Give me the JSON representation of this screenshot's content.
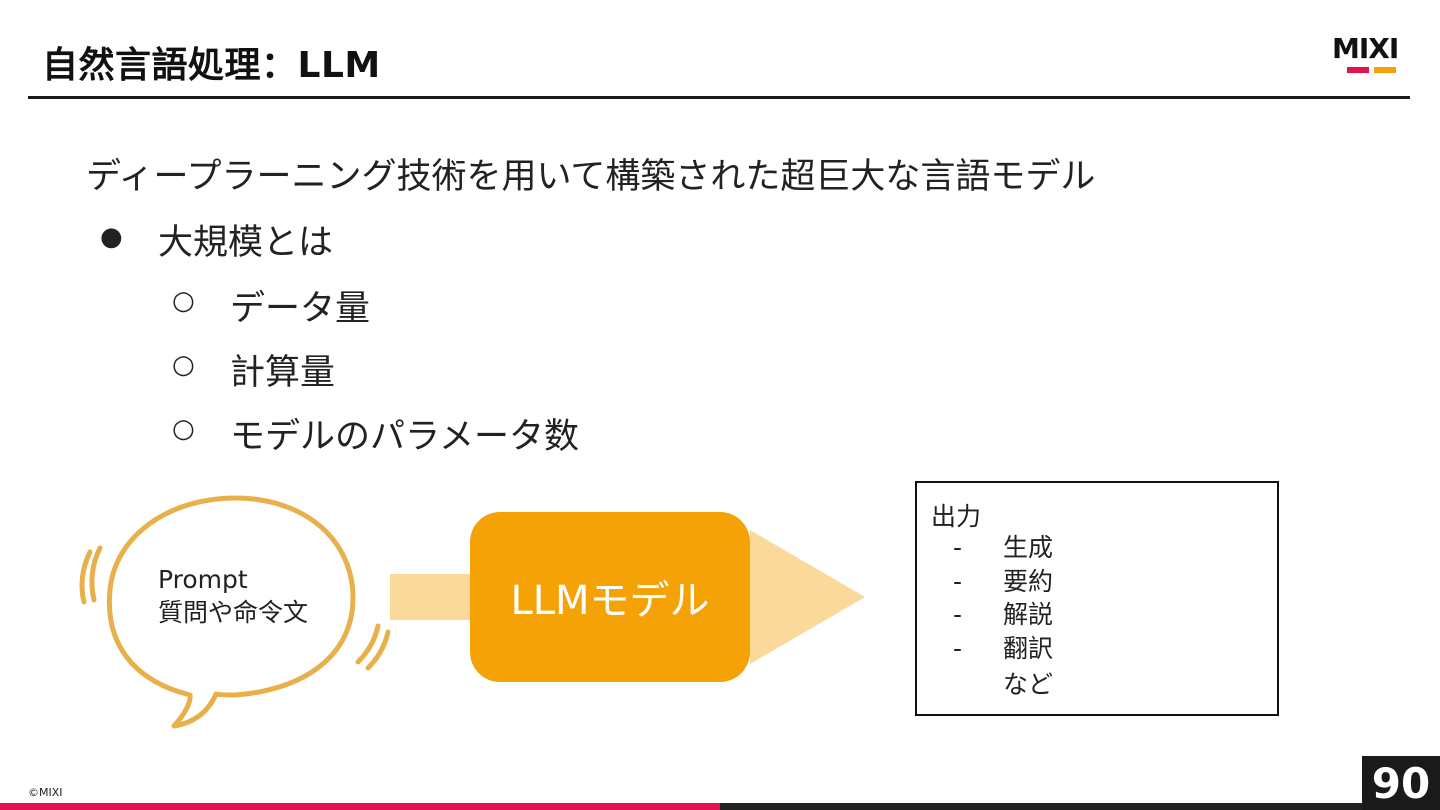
{
  "slide": {
    "title": "自然言語処理：LLM",
    "logo_text": "MIXI",
    "lead": "ディープラーニング技術を用いて構築された超巨大な言語モデル",
    "bullet": {
      "mark": "●",
      "text": "大規模とは"
    },
    "sub_bullets": [
      {
        "mark": "○",
        "text": "データ量"
      },
      {
        "mark": "○",
        "text": "計算量"
      },
      {
        "mark": "○",
        "text": "モデルのパラメータ数"
      }
    ],
    "diagram": {
      "prompt_line1": "Prompt",
      "prompt_line2": "質問や命令文",
      "model_label": "LLMモデル",
      "output_title": "出力",
      "output_items": [
        {
          "dash": "-",
          "text": "生成"
        },
        {
          "dash": "-",
          "text": "要約"
        },
        {
          "dash": "-",
          "text": "解説"
        },
        {
          "dash": "-",
          "text": "翻訳"
        }
      ],
      "output_etc": "など"
    },
    "copyright": "©MIXI",
    "page_number": "90"
  },
  "colors": {
    "brand_red": "#e4114f",
    "brand_orange": "#f5a20a",
    "model_box": "#f5a207",
    "arrow": "#fbd99a",
    "bubble_stroke": "#e8b04a"
  }
}
